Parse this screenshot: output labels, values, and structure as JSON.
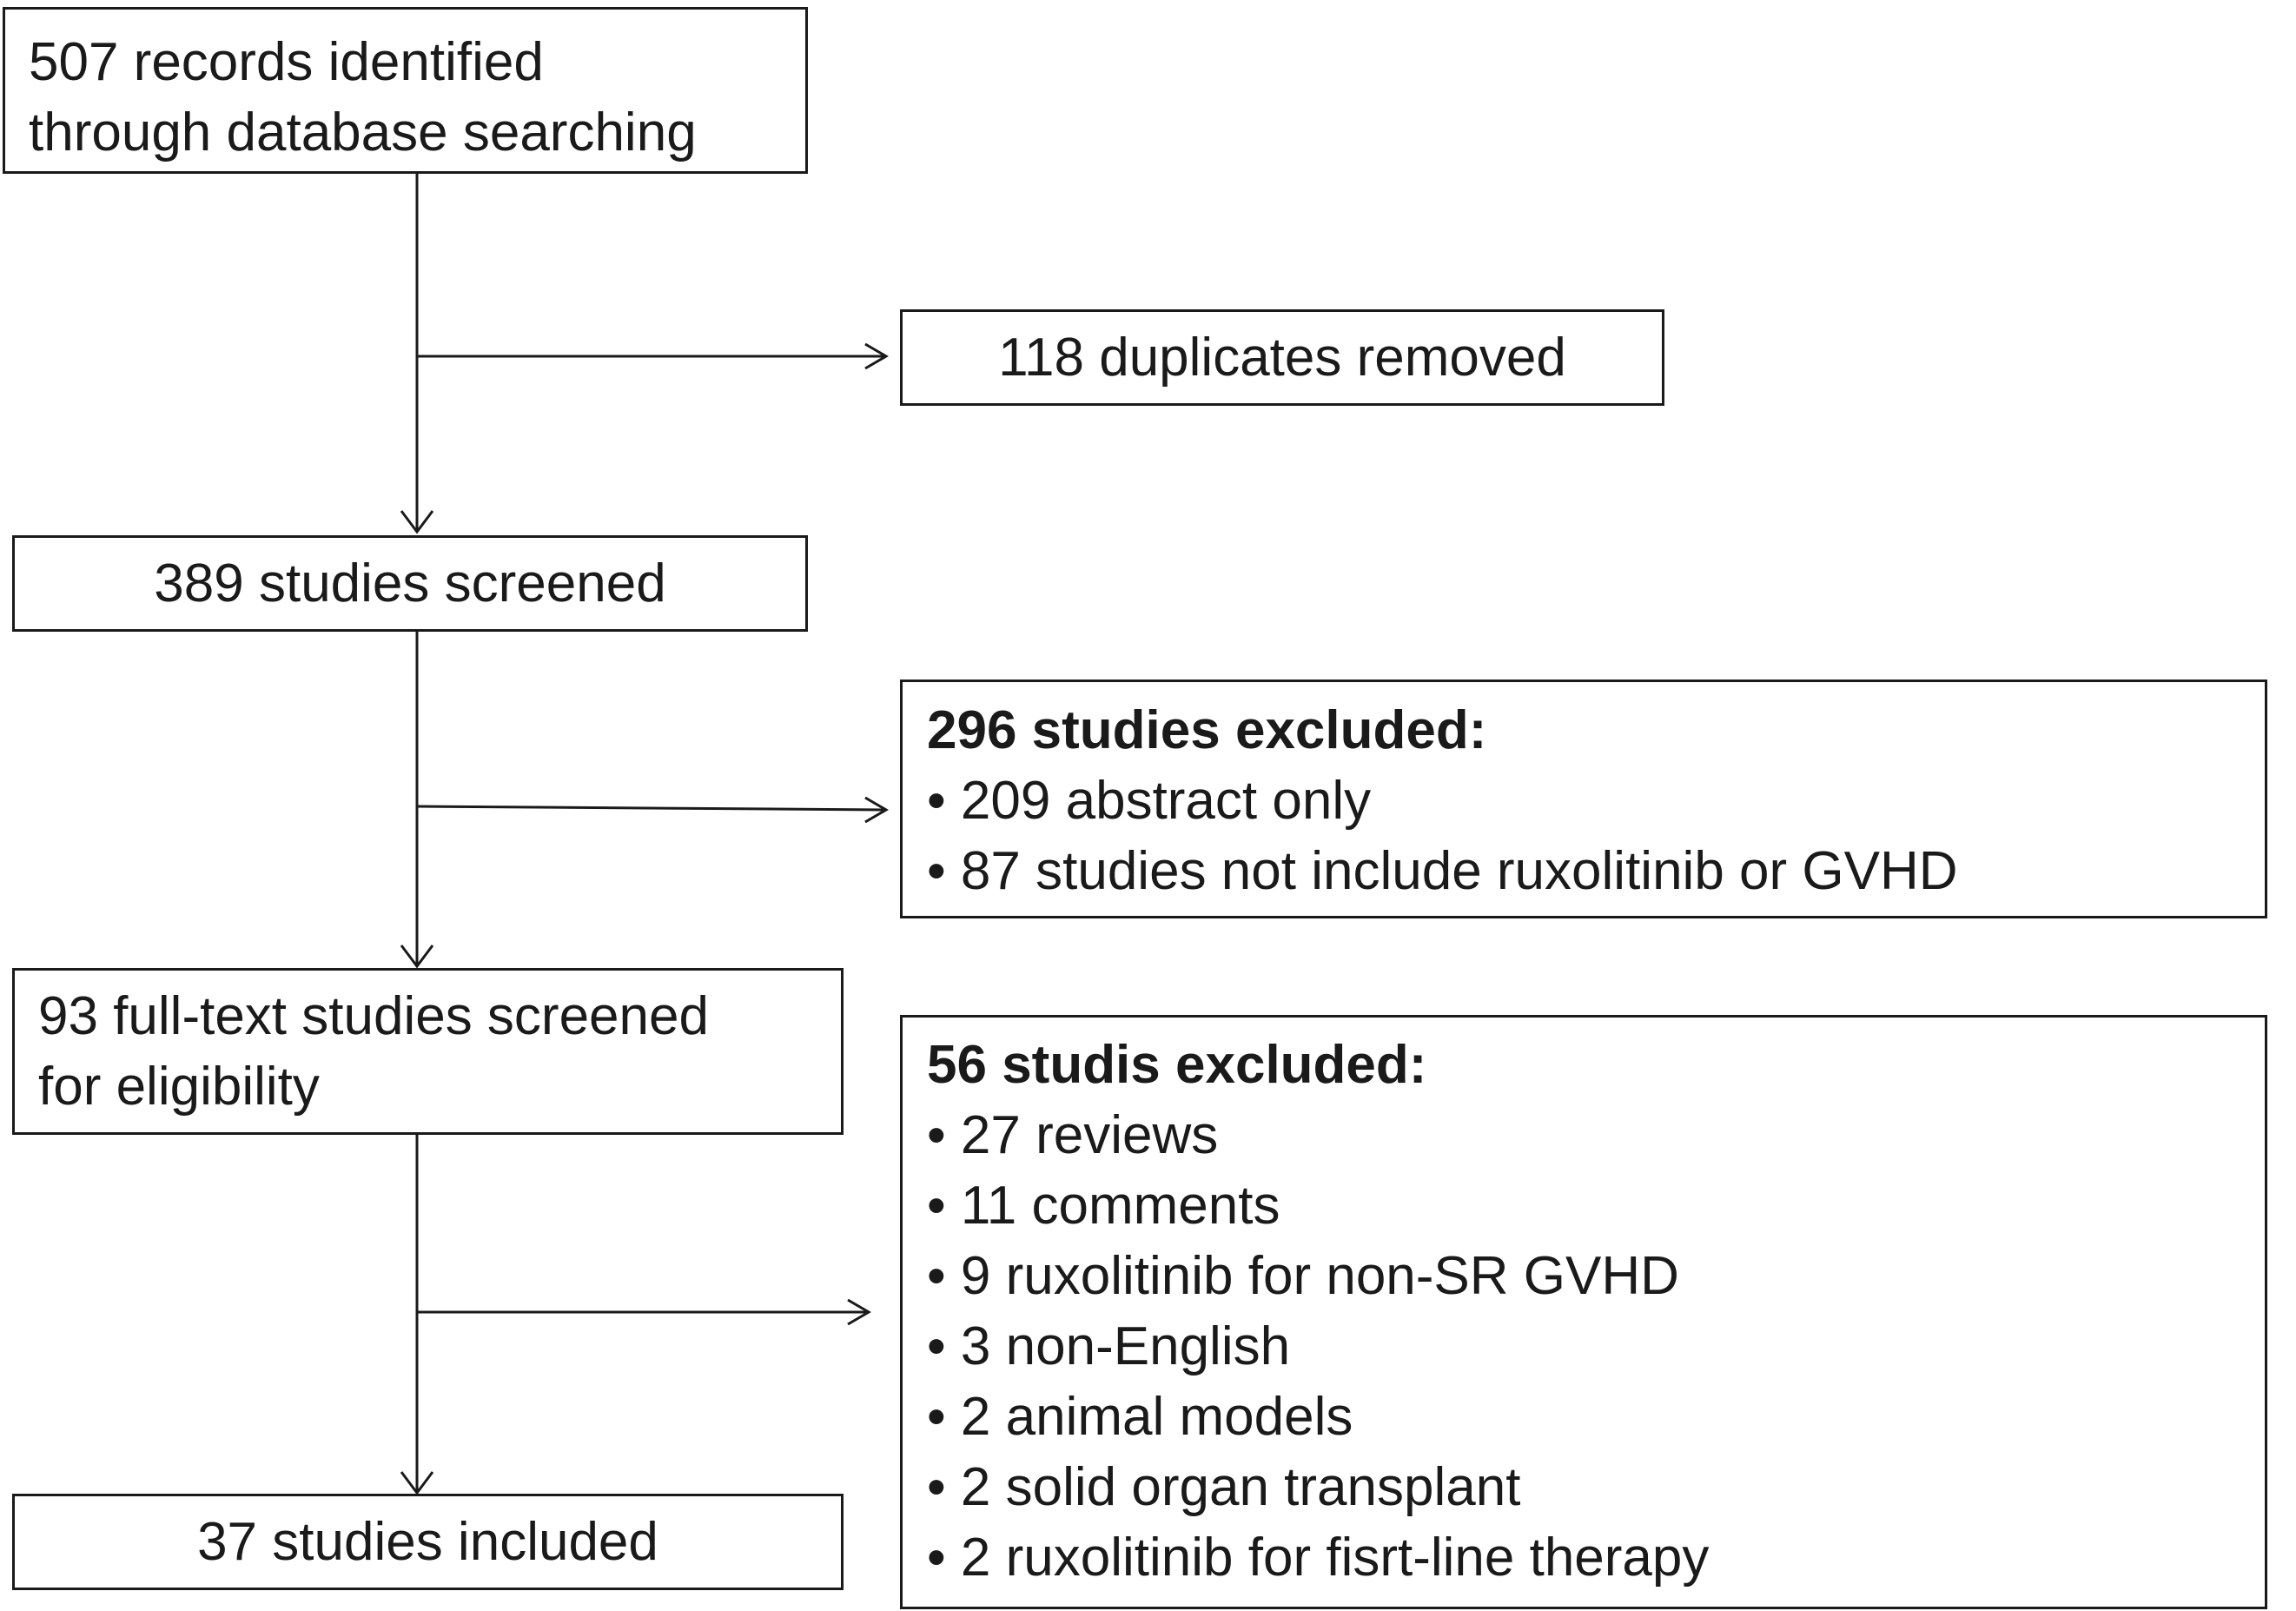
{
  "flow": {
    "identified": {
      "lines": [
        "507 records identified",
        "through database searching"
      ]
    },
    "duplicates": {
      "text": "118 duplicates removed"
    },
    "screened": {
      "text": "389 studies screened"
    },
    "excluded1": {
      "title": "296 studies excluded:",
      "items": [
        "• 209 abstract only",
        "• 87 studies not include ruxolitinib or GVHD"
      ]
    },
    "fulltext": {
      "lines": [
        "93 full-text studies screened",
        "for eligibility"
      ]
    },
    "excluded2": {
      "title": "56 studis excluded:",
      "items": [
        "• 27 reviews",
        "• 11 comments",
        "• 9 ruxolitinib for non-SR GVHD",
        "• 3 non-English",
        "• 2 animal models",
        "• 2 solid organ transplant",
        "• 2 ruxolitinib for fisrt-line therapy"
      ]
    },
    "included": {
      "text": "37 studies included"
    }
  },
  "colors": {
    "stroke": "#1a1a1a",
    "background": "#ffffff"
  }
}
